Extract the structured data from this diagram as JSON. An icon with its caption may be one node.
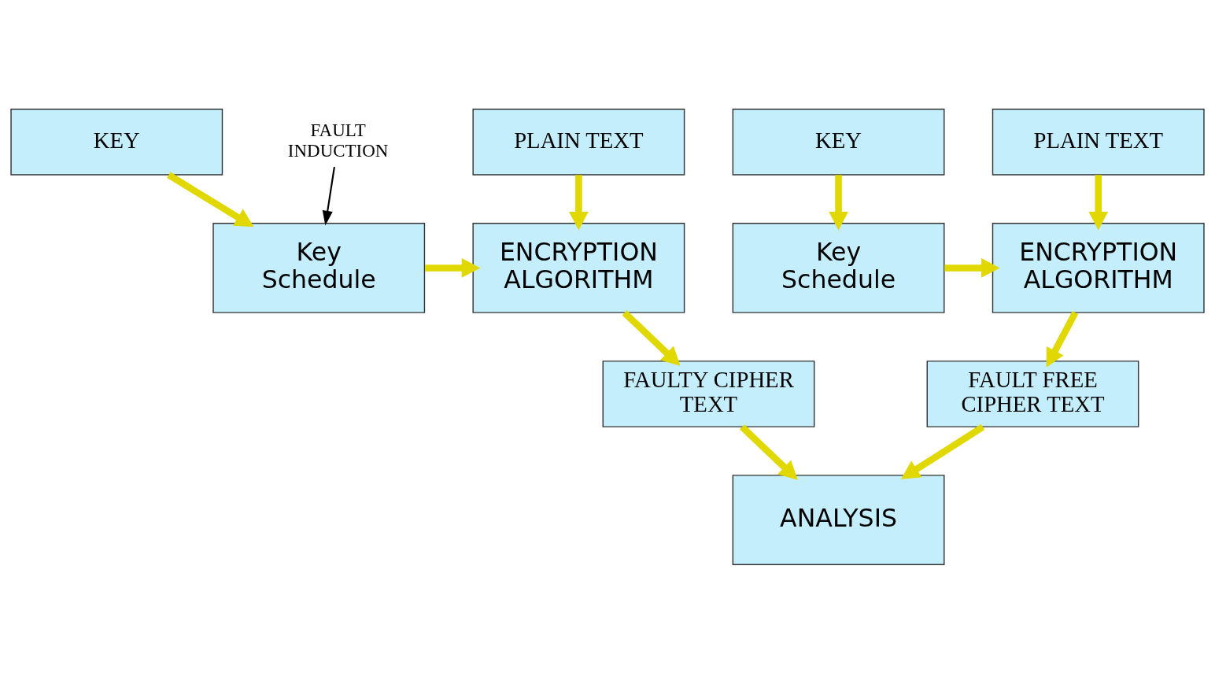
{
  "diagram": {
    "nodes": [
      {
        "text": [
          "PLAIN TEXT"
        ]
      },
      {
        "text": [
          "KEY"
        ]
      },
      {
        "text": [
          "ENCRYPTION ALGORITHM"
        ]
      },
      {
        "text": [
          "Key Schedule"
        ]
      },
      {
        "text": [
          "FAULT FREE CIPHER TEXT"
        ]
      },
      {
        "text": [
          "PLAIN TEXT"
        ]
      },
      {
        "text": [
          "KEY"
        ]
      },
      {
        "text": [
          "FAULT INDUCTION"
        ]
      },
      {
        "text": [
          "ENCRYPTION ALGORITHM"
        ]
      },
      {
        "text": [
          "Key Schedule"
        ]
      },
      {
        "text": [
          "FAULTY CIPHER TEXT"
        ]
      },
      {
        "text": [
          "ANALYSIS"
        ]
      }
    ],
    "edges": [
      {
        "from": 0,
        "to": 2,
        "arrow": "to"
      },
      {
        "from": 1,
        "to": 3,
        "arrow": "to"
      },
      {
        "from": 3,
        "to": 2,
        "arrow": "to"
      },
      {
        "from": 2,
        "to": 4,
        "arrow": "to"
      },
      {
        "from": 5,
        "to": 8,
        "arrow": "to"
      },
      {
        "from": 6,
        "to": 9,
        "arrow": "to"
      },
      {
        "from": 9,
        "to": 8,
        "arrow": "to"
      },
      {
        "from": 8,
        "to": 10,
        "arrow": "to"
      },
      {
        "from": 7,
        "to": 9,
        "arrow": "to",
        "color": "#000000"
      },
      {
        "from": 4,
        "to": 11,
        "arrow": "to"
      },
      {
        "from": 10,
        "to": 11,
        "arrow": "to"
      }
    ]
  }
}
